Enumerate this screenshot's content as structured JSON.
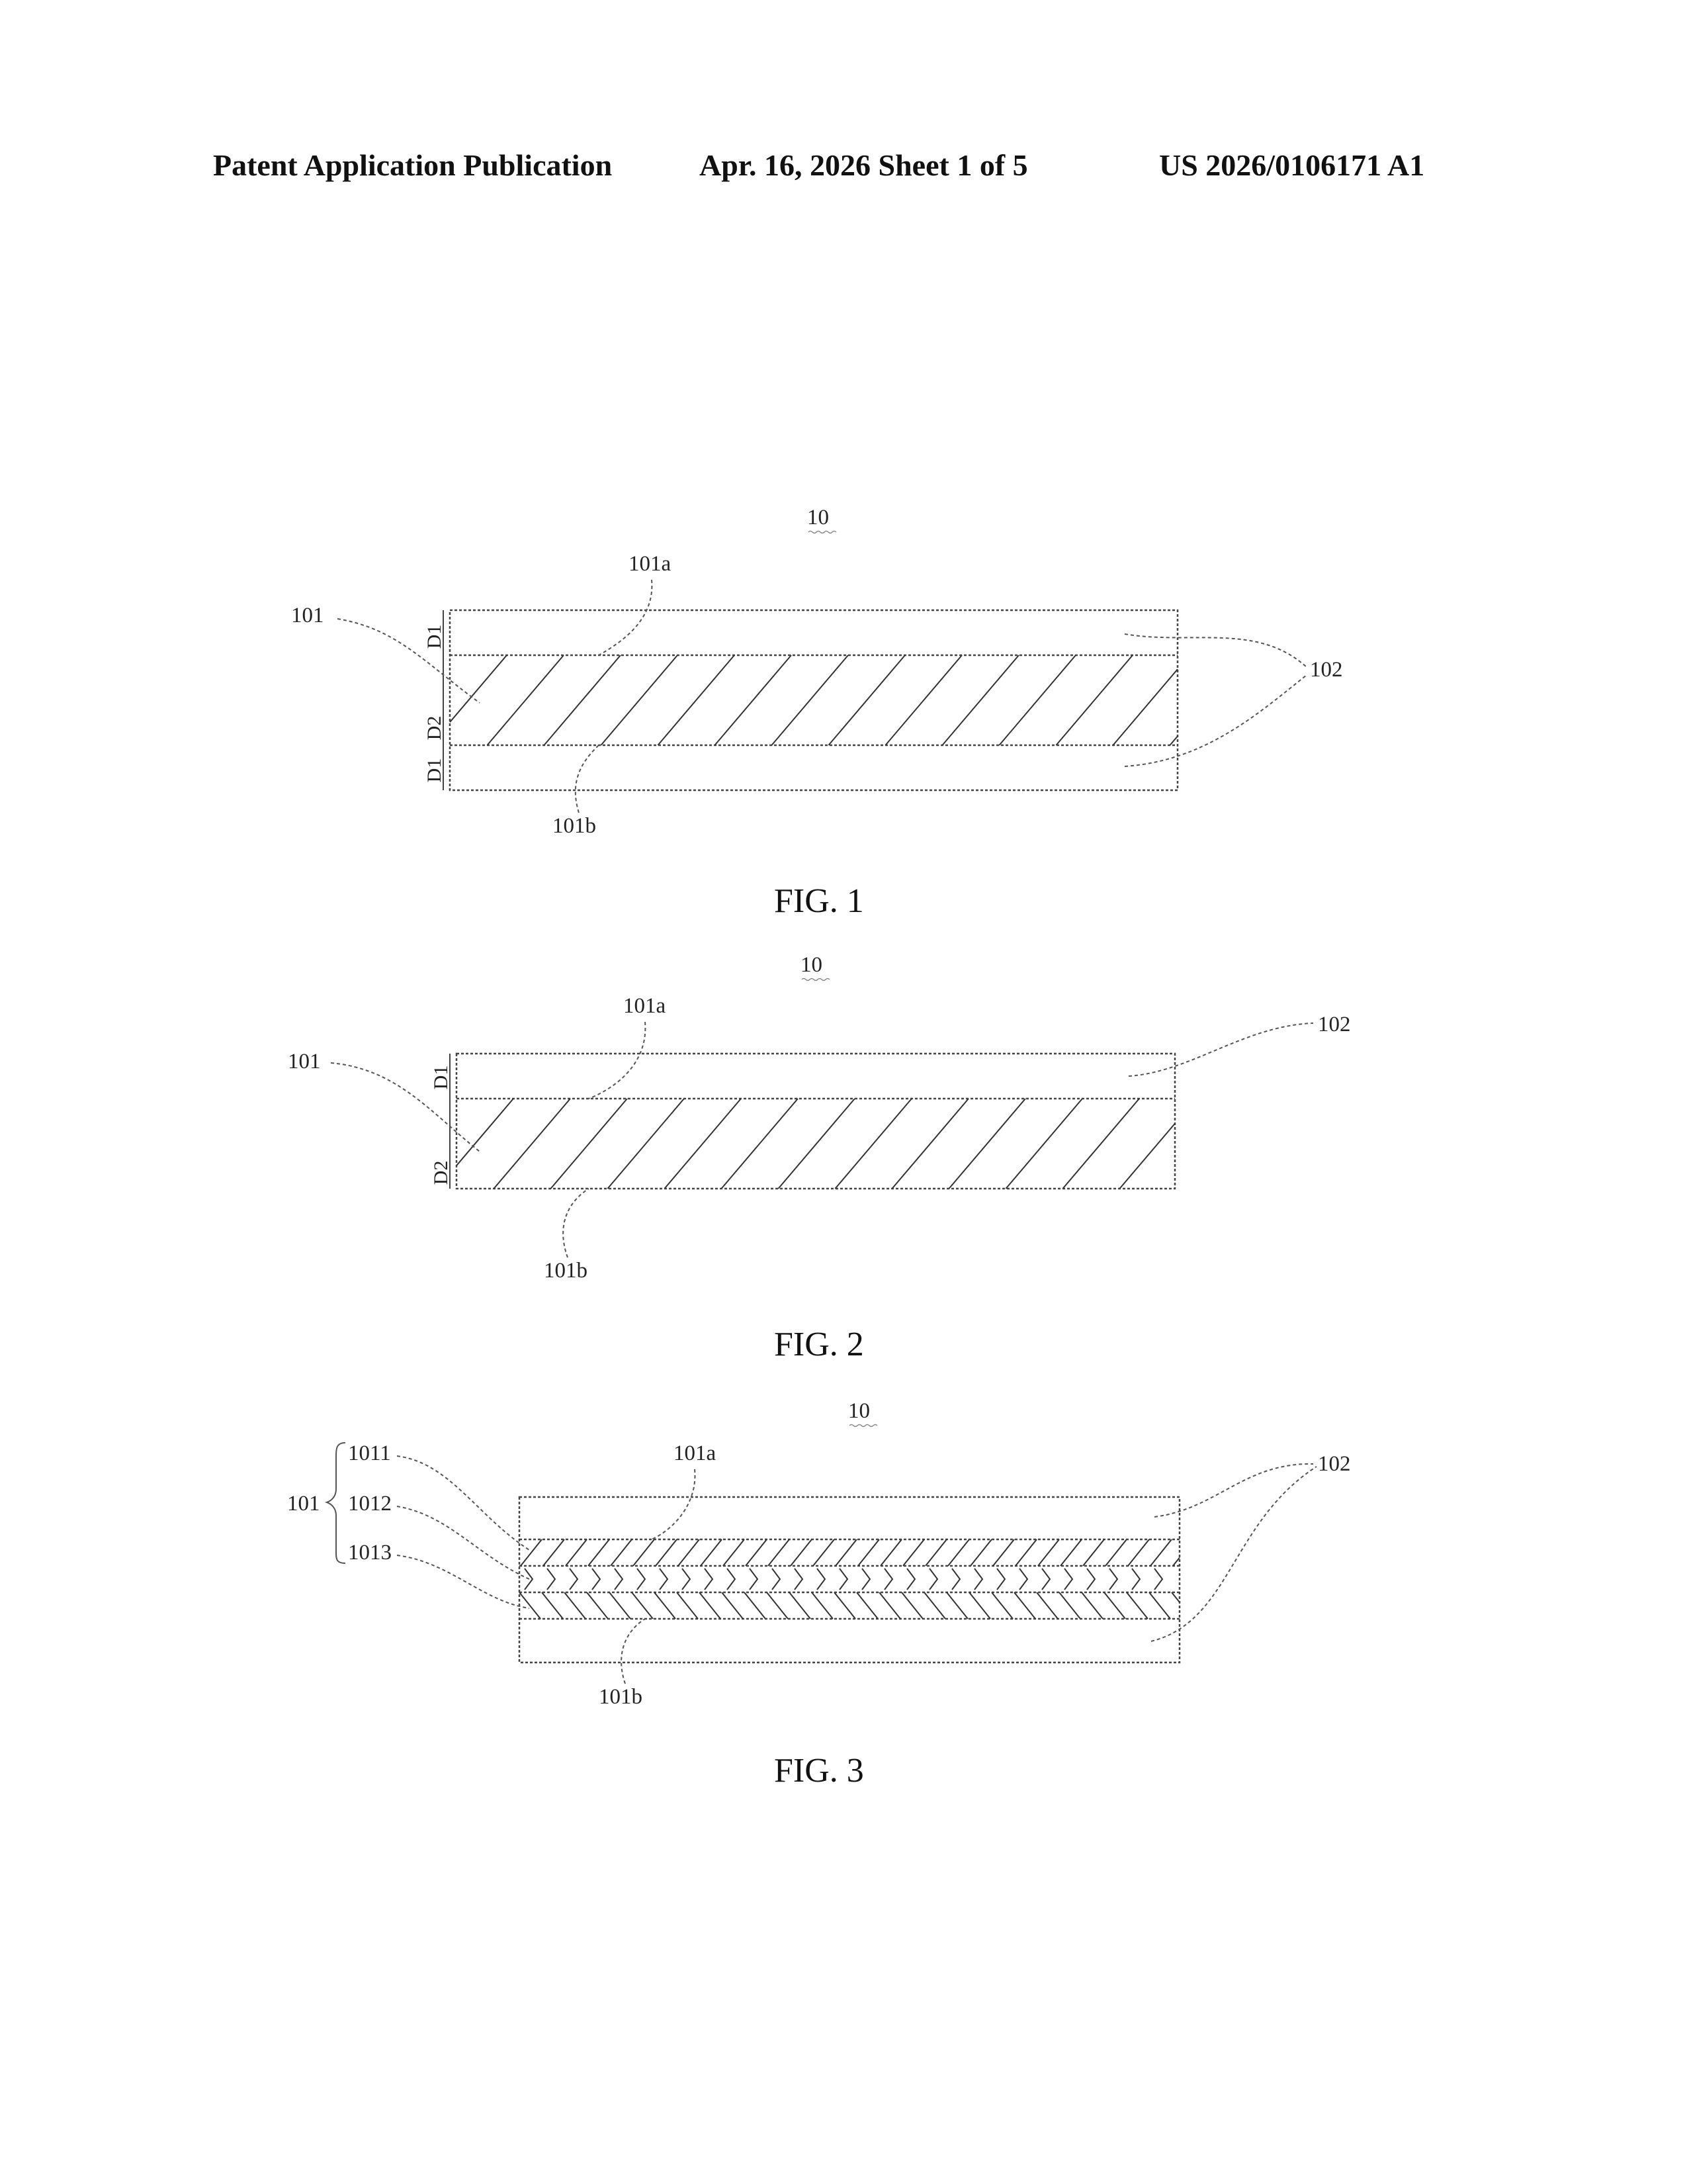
{
  "header": {
    "left": "Patent Application Publication",
    "middle": "Apr. 16, 2026  Sheet 1 of 5",
    "right": "US 2026/0106171 A1"
  },
  "figures": [
    {
      "caption": "FIG. 1",
      "ref_main": "10",
      "labels": {
        "r101": "101",
        "r101a": "101a",
        "r101b": "101b",
        "r102": "102"
      },
      "dims": {
        "top": "D1",
        "middle": "D2",
        "bottom": "D1"
      }
    },
    {
      "caption": "FIG. 2",
      "ref_main": "10",
      "labels": {
        "r101": "101",
        "r101a": "101a",
        "r101b": "101b",
        "r102": "102"
      },
      "dims": {
        "top": "D1",
        "middle": "D2"
      }
    },
    {
      "caption": "FIG. 3",
      "ref_main": "10",
      "labels": {
        "r101": "101",
        "r1011": "1011",
        "r1012": "1012",
        "r1013": "1013",
        "r101a": "101a",
        "r101b": "101b",
        "r102": "102"
      }
    }
  ],
  "colors": {
    "ink": "#222222",
    "paper": "#ffffff"
  }
}
